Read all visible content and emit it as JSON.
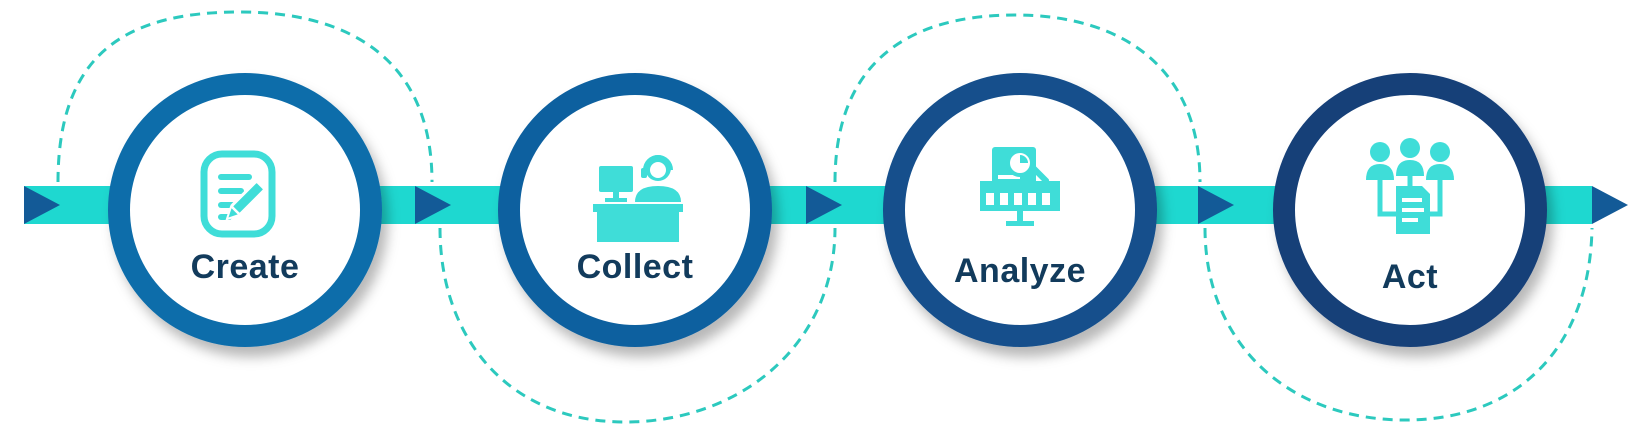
{
  "colors": {
    "band": "#1ED8D0",
    "arrow": "#135A97",
    "dashed": "#2CC9BE",
    "icon": "#3FDDD8",
    "label": "#123B5C",
    "rings": [
      "#0C6DAA",
      "#0F619F",
      "#124F8C",
      "#173F78"
    ]
  },
  "steps": [
    {
      "label": "Create",
      "icon": "form-edit-icon"
    },
    {
      "label": "Collect",
      "icon": "support-agent-desk-icon"
    },
    {
      "label": "Analyze",
      "icon": "report-analysis-icon"
    },
    {
      "label": "Act",
      "icon": "team-document-icon"
    }
  ]
}
